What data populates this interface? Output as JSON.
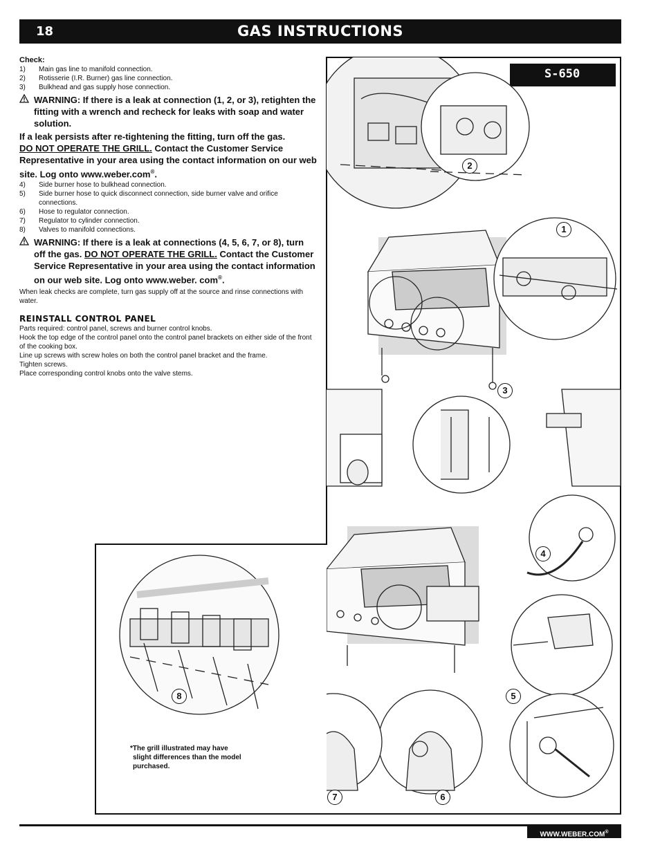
{
  "header": {
    "page_number": "18",
    "title": "GAS INSTRUCTIONS"
  },
  "model": "S-650",
  "check": {
    "heading": "Check:",
    "items_a": [
      {
        "num": "1)",
        "text": "Main gas line to manifold connection."
      },
      {
        "num": "2)",
        "text": "Rotisserie (I.R. Burner) gas line connection."
      },
      {
        "num": "3)",
        "text": "Bulkhead and gas supply hose connection."
      }
    ],
    "warning_1": "WARNING: If there is a leak at connection (1, 2, or 3), retighten the fitting with a wrench and recheck for leaks with soap and water solution.",
    "persist_text": "If a leak persists after re-tightening the fitting, turn off the gas.",
    "do_not_operate": "DO NOT OPERATE THE GRILL.",
    "contact_text": "Contact the Customer Service Representative in your area using the contact information on our web site. Log onto www.weber.com",
    "reg_mark": "®",
    "period": ".",
    "items_b": [
      {
        "num": "4)",
        "text": "Side burner hose to bulkhead connection."
      },
      {
        "num": "5)",
        "text": "Side burner hose to quick disconnect connection, side burner valve and orifice connections."
      },
      {
        "num": "6)",
        "text": "Hose to regulator connection."
      },
      {
        "num": "7)",
        "text": "Regulator to cylinder connection."
      },
      {
        "num": "8)",
        "text": "Valves to manifold connections."
      }
    ],
    "warning_2_pre": "WARNING: If there is a leak at connections (4, 5, 6, 7, or 8), turn off the gas.",
    "warning_2_dno": "DO NOT OPERATE THE GRILL.",
    "warning_2_post": "Contact the Customer Service Representative in your area using the contact information on our web site. Log onto www.weber. com",
    "after_text": "When leak checks are complete, turn gas supply off at the source and rinse connections with water."
  },
  "reinstall": {
    "heading": "REINSTALL CONTROL PANEL",
    "lines": [
      "Parts required: control panel, screws and burner control knobs.",
      "Hook the top edge of the control panel onto the control panel brackets on either side of the front of the cooking box.",
      "Line up screws with screw holes on both the control panel bracket and the frame.",
      "Tighten screws.",
      "Place corresponding control knobs onto the valve stems."
    ]
  },
  "callouts": [
    "1",
    "2",
    "3",
    "4",
    "5",
    "6",
    "7",
    "8"
  ],
  "note": {
    "line1": "*The grill illustrated may have",
    "line2": "slight differences than the model",
    "line3": "purchased."
  },
  "footer": {
    "url": "WWW.WEBER.COM",
    "reg": "®"
  },
  "icons": {
    "warning": "warning-triangle-icon"
  }
}
